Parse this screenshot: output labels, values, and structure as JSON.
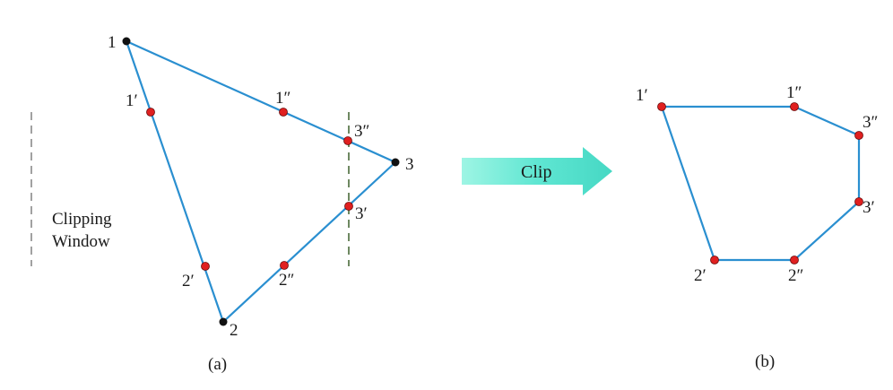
{
  "panel_a": {
    "window_label_line1": "Clipping",
    "window_label_line2": "Window",
    "vertices": {
      "v1": "1",
      "v2": "2",
      "v3": "3"
    },
    "intersections": {
      "p1a": "1′",
      "p1b": "1″",
      "p2a": "2′",
      "p2b": "2″",
      "p3a": "3′",
      "p3b": "3″"
    },
    "caption": "(a)"
  },
  "arrow": {
    "label": "Clip"
  },
  "panel_b": {
    "vertices": {
      "p1a": "1′",
      "p1b": "1″",
      "p3b": "3″",
      "p3a": "3′",
      "p2b": "2″",
      "p2a": "2′"
    },
    "caption": "(b)"
  },
  "colors": {
    "edge": "#2a8fd0",
    "vertex": "#111111",
    "intersection": "#e02020",
    "window_top": "#8a3fa0",
    "window_left": "#8a8a8a",
    "arrow": "#5fe3d0"
  }
}
